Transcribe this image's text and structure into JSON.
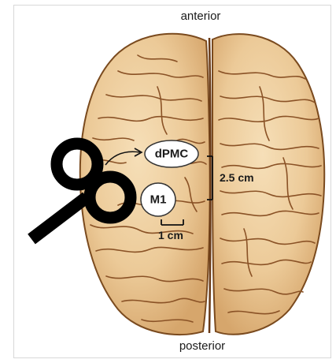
{
  "figure": {
    "orientation": {
      "top": "anterior",
      "bottom": "posterior"
    },
    "regions": {
      "dpmc": "dPMC",
      "m1": "M1"
    },
    "scale_bars": {
      "vertical": "2.5 cm",
      "horizontal": "1 cm"
    },
    "colors": {
      "brain_fill": "#eccb9a",
      "brain_outline": "#7a4a1e",
      "sulci": "#8a5226",
      "coil": "#000000",
      "region_fill": "#ffffff"
    },
    "icons": {
      "coil": "figure-eight-tms-coil-icon",
      "arrow": "curved-arrow-icon"
    }
  }
}
